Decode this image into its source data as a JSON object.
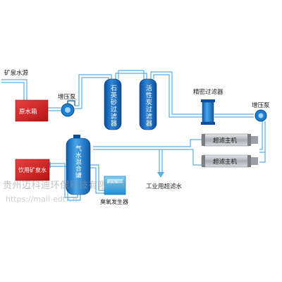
{
  "labels": {
    "source": "矿泉水源",
    "raw_tank": "原水箱",
    "pump_left": "增压泵",
    "quartz_filter": "石英砂过滤器",
    "carbon_filter": "活性炭过滤器",
    "precision_filter": "精密过滤器",
    "pump_right": "增压泵",
    "uf_unit_1": "超滤主机",
    "uf_unit_2": "超滤主机",
    "mixing_tank": "气水混合罐",
    "product_tank": "饮用矿泉水",
    "industrial_water": "工业用超滤水",
    "ozone_generator": "臭氧发生器"
  },
  "watermark": {
    "company": "贵州迈科迪环保科技有限公司",
    "url": "https://mail-edt.cn"
  },
  "colors": {
    "pipe": "#5aaee0",
    "vessel_blue": "#1565b8",
    "tank_red": "#d22020",
    "uf_silver": "#b8bcc2",
    "pump_blue": "#1b7fd0"
  }
}
